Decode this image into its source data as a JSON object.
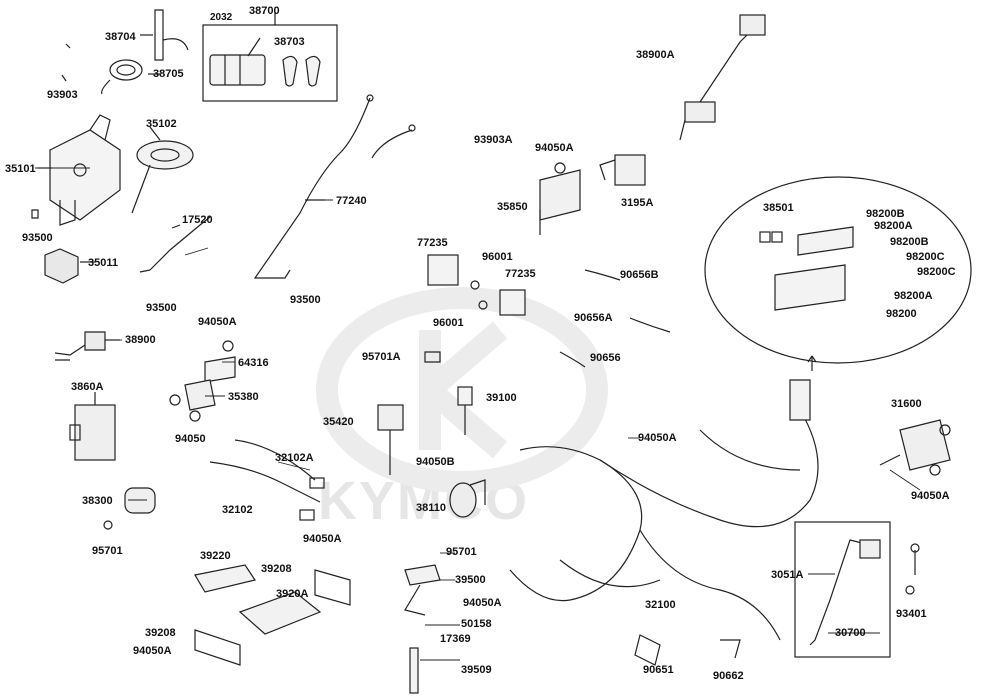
{
  "watermark": {
    "text": "KYMCO"
  },
  "parts": {
    "p2032": "2032",
    "p38700": "38700",
    "p38704": "38704",
    "p38703": "38703",
    "p38705": "38705",
    "p93903": "93903",
    "p35102": "35102",
    "p35101": "35101",
    "p93500a": "93500",
    "p17520": "17520",
    "p35011": "35011",
    "p93500b": "93500",
    "p77240": "77240",
    "p93500c": "93500",
    "p38900": "38900",
    "p94050Aa": "94050A",
    "p64316": "64316",
    "p3860A": "3860A",
    "p35380": "35380",
    "p94050": "94050",
    "p32102A": "32102A",
    "p32102": "32102",
    "p38300": "38300",
    "p95701a": "95701",
    "p94050Ab": "94050A",
    "p39220": "39220",
    "p39208a": "39208",
    "p3920A": "3920A",
    "p39208b": "39208",
    "p94050Ac": "94050A",
    "p93903A": "93903A",
    "p94050Ad": "94050A",
    "p35850": "35850",
    "p3195A": "3195A",
    "p77235a": "77235",
    "p96001a": "96001",
    "p77235b": "77235",
    "p96001b": "96001",
    "p95701A": "95701A",
    "p90656B": "90656B",
    "p90656A": "90656A",
    "p90656": "90656",
    "p39100": "39100",
    "p35420": "35420",
    "p94050B": "94050B",
    "p38110": "38110",
    "p94050Ae": "94050A",
    "p95701b": "95701",
    "p39500": "39500",
    "p94050Af": "94050A",
    "p50158": "50158",
    "p17369": "17369",
    "p39509": "39509",
    "p32100": "32100",
    "p90651": "90651",
    "p90662": "90662",
    "p38900A": "38900A",
    "p38501": "38501",
    "p98200B1": "98200B",
    "p98200A1": "98200A",
    "p98200B2": "98200B",
    "p98200C1": "98200C",
    "p98200C2": "98200C",
    "p98200A2": "98200A",
    "p98200": "98200",
    "p31600": "31600",
    "p94050Ag": "94050A",
    "p3051A": "3051A",
    "p30700": "30700",
    "p93401": "93401"
  }
}
